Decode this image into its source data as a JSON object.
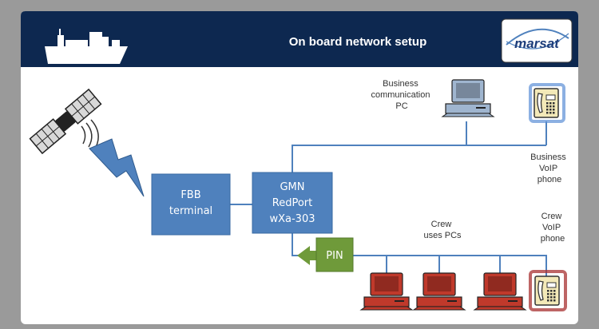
{
  "header": {
    "title": "On board network setup",
    "logo_text": "marsat"
  },
  "boxes": {
    "fbb": [
      "FBB",
      "terminal"
    ],
    "gmn": [
      "GMN",
      "RedPort",
      "wXa-303"
    ],
    "pin": "PIN"
  },
  "labels": {
    "business_pc": [
      "Business",
      "communication",
      "PC"
    ],
    "business_phone": [
      "Business",
      "VoIP",
      "phone"
    ],
    "crew_pcs": [
      "Crew",
      "uses PCs"
    ],
    "crew_phone": [
      "Crew",
      "VoIP",
      "phone"
    ]
  },
  "colors": {
    "header_bg": "#0d2850",
    "box_blue": "#4f81bd",
    "box_green": "#6f9a3a",
    "line_blue": "#4f81bd",
    "crew_pc": "#c0392b",
    "lightning": "#4f81bd",
    "phone_business_glow": "#5b8fd6",
    "phone_crew_glow": "#a83232"
  },
  "icons": {
    "ship": "ship-icon",
    "satellite": "satellite-icon",
    "lightning": "lightning-icon",
    "computer": "computer-icon",
    "phone": "voip-phone-icon",
    "arrow": "arrow-left-icon"
  }
}
